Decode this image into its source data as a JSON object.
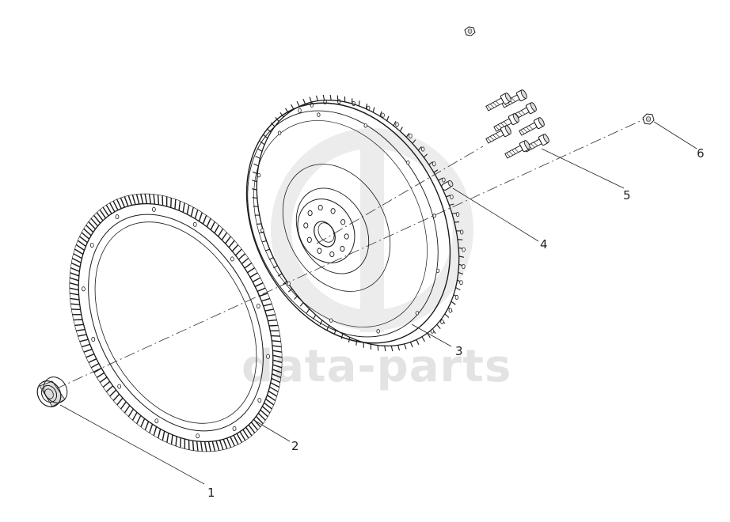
{
  "watermark": {
    "text": "data-parts",
    "color": "#e6e6e6"
  },
  "callouts": [
    {
      "number": "1",
      "part": "bearing"
    },
    {
      "number": "2",
      "part": "ring-gear"
    },
    {
      "number": "3",
      "part": "flywheel"
    },
    {
      "number": "4",
      "part": "dowel-pin"
    },
    {
      "number": "5",
      "part": "bolts"
    },
    {
      "number": "6",
      "part": "nut"
    }
  ],
  "colors": {
    "line": "#1a1a1a",
    "fill": "#ffffff",
    "shade": "#d8d8d8"
  }
}
